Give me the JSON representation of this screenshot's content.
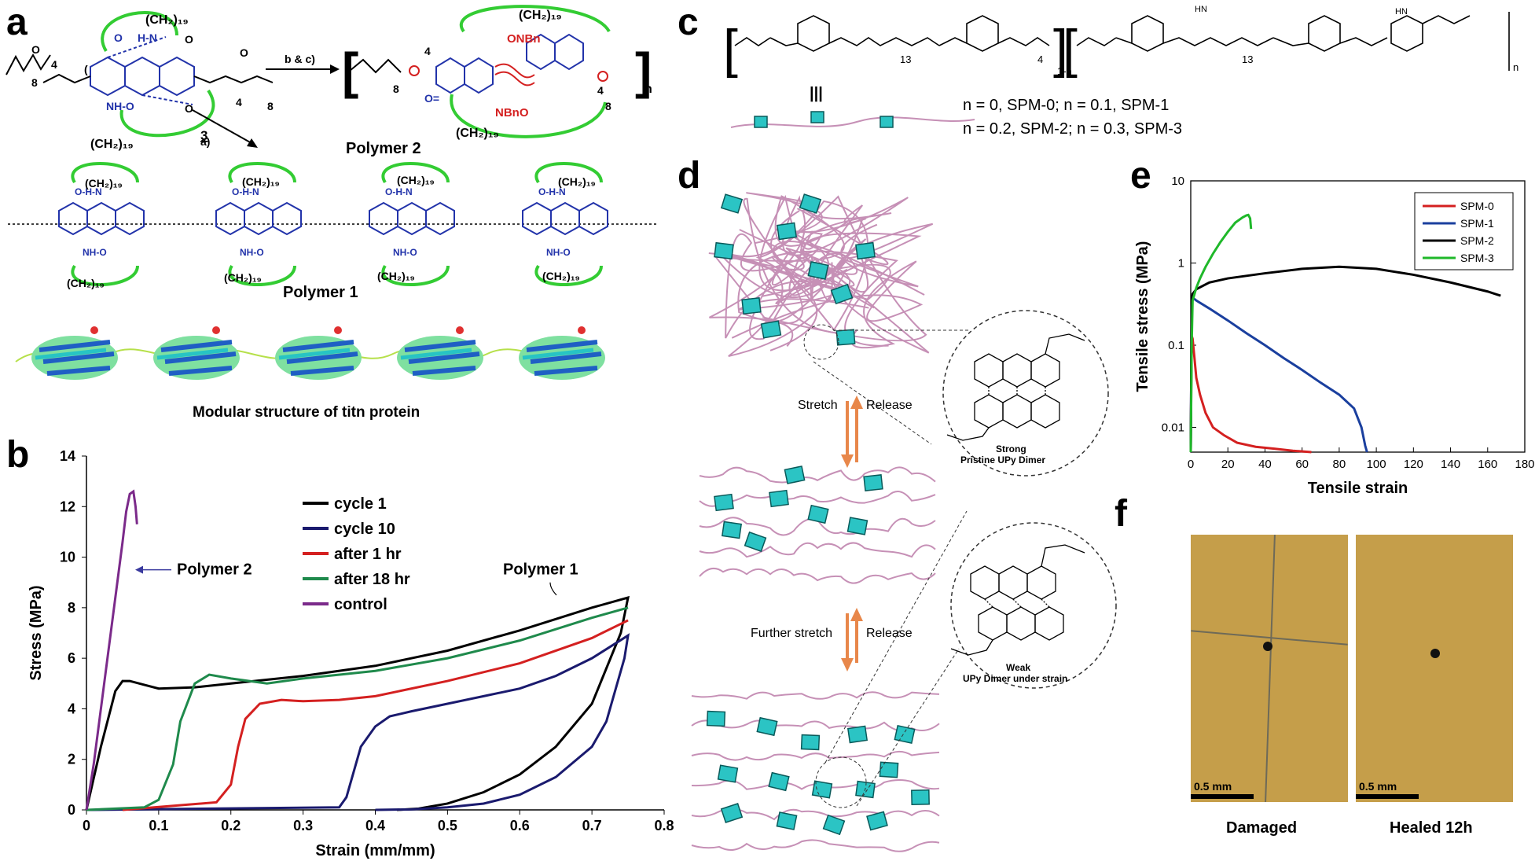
{
  "panels": {
    "a": "a",
    "b": "b",
    "c": "c",
    "d": "d",
    "e": "e",
    "f": "f"
  },
  "panel_a": {
    "ch2_19": "(CH₂)₁₉",
    "compound": "3",
    "arrow_bc": "b & c)",
    "arrow_a": "a)",
    "polymer2": "Polymer 2",
    "polymer1": "Polymer 1",
    "onbn": "ONBn",
    "nbno": "NBnO",
    "n": "n",
    "sub4": "4",
    "sub8": "8",
    "titin_caption": "Modular structure of titn protein"
  },
  "panel_c": {
    "line1": "n = 0,    SPM-0; n = 0.1, SPM-1",
    "line2": "n = 0.2, SPM-2; n = 0.3, SPM-3",
    "sub13": "13",
    "sub4": "4",
    "sub1n": "1-n",
    "subn": "n",
    "equiv": "|||"
  },
  "panel_d": {
    "stretch": "Stretch",
    "release1": "Release",
    "further_stretch": "Further stretch",
    "release2": "Release",
    "strong": "Strong",
    "pristine": "Pristine UPy Dimer",
    "weak": "Weak",
    "under_strain": "UPy Dimer under strain",
    "colors": {
      "chain": "#c690b6",
      "block": "#2bc4c4",
      "arrow": "#e8874a"
    }
  },
  "panel_f": {
    "damaged": "Damaged",
    "healed": "Healed 12h",
    "scale": "0.5 mm",
    "colors": {
      "background": "#c59e4a"
    }
  },
  "chart_data": [
    {
      "type": "line",
      "panel": "b",
      "xlabel": "Strain (mm/mm)",
      "ylabel": "Stress (MPa)",
      "xlim": [
        0,
        0.8
      ],
      "ylim": [
        0,
        14
      ],
      "xticks": [
        "0",
        "0.1",
        "0.2",
        "0.3",
        "0.4",
        "0.5",
        "0.6",
        "0.7",
        "0.8"
      ],
      "yticks": [
        "0",
        "2",
        "4",
        "6",
        "8",
        "10",
        "12",
        "14"
      ],
      "legend": "top-right",
      "annotations": [
        "Polymer 2",
        "Polymer 1"
      ],
      "series": [
        {
          "name": "cycle 1",
          "color": "#000000",
          "x": [
            0,
            0.02,
            0.04,
            0.05,
            0.06,
            0.08,
            0.1,
            0.15,
            0.2,
            0.3,
            0.4,
            0.5,
            0.6,
            0.7,
            0.75,
            0.74,
            0.7,
            0.65,
            0.6,
            0.55,
            0.5,
            0.46,
            0.43
          ],
          "y": [
            0,
            2.5,
            4.7,
            5.1,
            5.1,
            4.95,
            4.8,
            4.85,
            5.0,
            5.3,
            5.7,
            6.3,
            7.1,
            8.0,
            8.4,
            7.0,
            4.2,
            2.5,
            1.4,
            0.7,
            0.25,
            0.05,
            0
          ]
        },
        {
          "name": "cycle 10",
          "color": "#1a1a6e",
          "x": [
            0,
            0.35,
            0.36,
            0.37,
            0.38,
            0.4,
            0.42,
            0.45,
            0.5,
            0.55,
            0.6,
            0.65,
            0.7,
            0.75,
            0.745,
            0.72,
            0.7,
            0.65,
            0.6,
            0.55,
            0.5,
            0.45,
            0.4
          ],
          "y": [
            0,
            0.1,
            0.5,
            1.5,
            2.5,
            3.3,
            3.7,
            3.9,
            4.2,
            4.5,
            4.8,
            5.3,
            6.0,
            6.9,
            6.0,
            3.5,
            2.5,
            1.3,
            0.6,
            0.25,
            0.1,
            0.02,
            0
          ]
        },
        {
          "name": "after 1 hr",
          "color": "#d42020",
          "x": [
            0.05,
            0.18,
            0.2,
            0.21,
            0.22,
            0.24,
            0.27,
            0.3,
            0.35,
            0.4,
            0.5,
            0.6,
            0.7,
            0.75
          ],
          "y": [
            0,
            0.3,
            1.0,
            2.5,
            3.6,
            4.2,
            4.35,
            4.3,
            4.35,
            4.5,
            5.1,
            5.8,
            6.8,
            7.5
          ]
        },
        {
          "name": "after 18 hr",
          "color": "#1f8a4c",
          "x": [
            0,
            0.08,
            0.1,
            0.12,
            0.13,
            0.15,
            0.17,
            0.2,
            0.25,
            0.3,
            0.4,
            0.5,
            0.6,
            0.7,
            0.75
          ],
          "y": [
            0,
            0.1,
            0.4,
            1.8,
            3.5,
            5.0,
            5.35,
            5.2,
            5.0,
            5.2,
            5.5,
            6.0,
            6.7,
            7.6,
            8.0
          ]
        },
        {
          "name": "control",
          "color": "#7b2a8a",
          "x": [
            0,
            0.01,
            0.02,
            0.03,
            0.04,
            0.05,
            0.055,
            0.06,
            0.065,
            0.068,
            0.07
          ],
          "y": [
            0,
            1.8,
            4.0,
            6.2,
            8.4,
            10.6,
            11.8,
            12.5,
            12.6,
            12.0,
            11.3
          ]
        }
      ]
    },
    {
      "type": "line",
      "panel": "e",
      "xlabel": "Tensile strain",
      "ylabel": "Tensile stress (MPa)",
      "xlim": [
        0,
        180
      ],
      "ylim": [
        0.005,
        10
      ],
      "yscale": "log",
      "xticks": [
        "0",
        "20",
        "40",
        "60",
        "80",
        "100",
        "120",
        "140",
        "160",
        "180"
      ],
      "yticks": [
        "0.01",
        "0.1",
        "1",
        "10"
      ],
      "legend": "top-right",
      "series": [
        {
          "name": "SPM-0",
          "color": "#d42020",
          "x": [
            0,
            0.5,
            1,
            2,
            3,
            5,
            8,
            12,
            18,
            25,
            35,
            45,
            55,
            65
          ],
          "y": [
            0.005,
            0.13,
            0.12,
            0.07,
            0.04,
            0.025,
            0.015,
            0.01,
            0.008,
            0.0065,
            0.0058,
            0.0055,
            0.0052,
            0.005
          ]
        },
        {
          "name": "SPM-1",
          "color": "#1a3f9e",
          "x": [
            0,
            0.5,
            1,
            3,
            10,
            20,
            30,
            40,
            50,
            60,
            70,
            80,
            88,
            92,
            94,
            95
          ],
          "y": [
            0.005,
            0.3,
            0.38,
            0.35,
            0.28,
            0.2,
            0.14,
            0.1,
            0.07,
            0.05,
            0.035,
            0.025,
            0.017,
            0.01,
            0.006,
            0.005
          ]
        },
        {
          "name": "SPM-2",
          "color": "#000000",
          "x": [
            0,
            0.5,
            1,
            3,
            10,
            20,
            40,
            60,
            80,
            100,
            120,
            140,
            160,
            167
          ],
          "y": [
            0.005,
            0.35,
            0.42,
            0.48,
            0.58,
            0.65,
            0.75,
            0.85,
            0.9,
            0.85,
            0.72,
            0.58,
            0.45,
            0.4
          ]
        },
        {
          "name": "SPM-3",
          "color": "#1fb82a",
          "x": [
            0,
            0.5,
            1,
            3,
            5,
            8,
            12,
            16,
            20,
            24,
            28,
            30,
            31,
            32,
            32.5
          ],
          "y": [
            0.005,
            0.1,
            0.35,
            0.5,
            0.65,
            0.9,
            1.3,
            1.8,
            2.4,
            3.1,
            3.6,
            3.8,
            3.85,
            3.5,
            2.6
          ]
        }
      ]
    }
  ]
}
